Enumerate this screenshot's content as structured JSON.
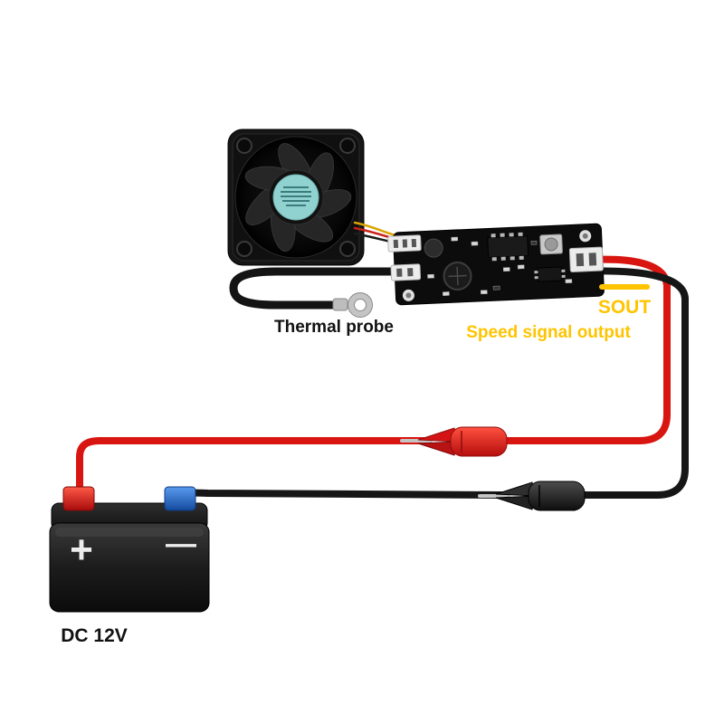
{
  "diagram": {
    "labels": {
      "thermal_probe": "Thermal probe",
      "sout": "SOUT",
      "speed_signal_output": "Speed signal output",
      "battery_label": "DC 12V",
      "battery_plus": "+",
      "battery_minus": "—"
    },
    "colors": {
      "wire_red": "#d81510",
      "wire_black": "#161616",
      "signal_yellow": "#ffc400",
      "probe_black": "#141414",
      "battery_terminal_red": "#d42015",
      "battery_terminal_blue": "#2a6fd6",
      "fan_sticker_teal": "#8fd2cf",
      "pcb_black": "#0c0c0c"
    }
  }
}
